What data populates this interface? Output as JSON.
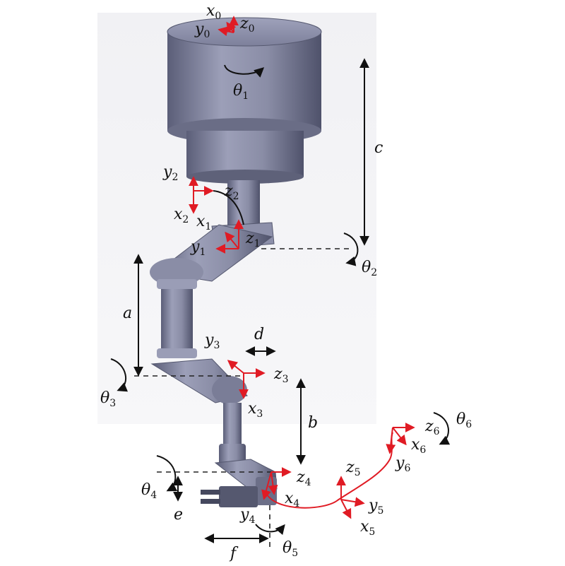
{
  "frames": [
    {
      "axes": [
        {
          "base": "x",
          "sub": "0"
        },
        {
          "base": "y",
          "sub": "0"
        },
        {
          "base": "z",
          "sub": "0"
        }
      ]
    },
    {
      "axes": [
        {
          "base": "x",
          "sub": "1"
        },
        {
          "base": "y",
          "sub": "1"
        },
        {
          "base": "z",
          "sub": "1"
        }
      ]
    },
    {
      "axes": [
        {
          "base": "x",
          "sub": "2"
        },
        {
          "base": "y",
          "sub": "2"
        },
        {
          "base": "z",
          "sub": "2"
        }
      ]
    },
    {
      "axes": [
        {
          "base": "x",
          "sub": "3"
        },
        {
          "base": "y",
          "sub": "3"
        },
        {
          "base": "z",
          "sub": "3"
        }
      ]
    },
    {
      "axes": [
        {
          "base": "x",
          "sub": "4"
        },
        {
          "base": "y",
          "sub": "4"
        },
        {
          "base": "z",
          "sub": "4"
        }
      ]
    },
    {
      "axes": [
        {
          "base": "x",
          "sub": "5"
        },
        {
          "base": "y",
          "sub": "5"
        },
        {
          "base": "z",
          "sub": "5"
        }
      ]
    },
    {
      "axes": [
        {
          "base": "x",
          "sub": "6"
        },
        {
          "base": "y",
          "sub": "6"
        },
        {
          "base": "z",
          "sub": "6"
        }
      ]
    }
  ],
  "joints": [
    {
      "base": "θ",
      "sub": "1"
    },
    {
      "base": "θ",
      "sub": "2"
    },
    {
      "base": "θ",
      "sub": "3"
    },
    {
      "base": "θ",
      "sub": "4"
    },
    {
      "base": "θ",
      "sub": "5"
    },
    {
      "base": "θ",
      "sub": "6"
    }
  ],
  "dimensions": [
    {
      "label": "a"
    },
    {
      "label": "b"
    },
    {
      "label": "c"
    },
    {
      "label": "d"
    },
    {
      "label": "e"
    },
    {
      "label": "f"
    }
  ],
  "colors": {
    "frame_axes": "#e01b24",
    "robot_body": "#7c7f9a",
    "background_panel": "#f3f3f6",
    "annotation": "#111111"
  }
}
